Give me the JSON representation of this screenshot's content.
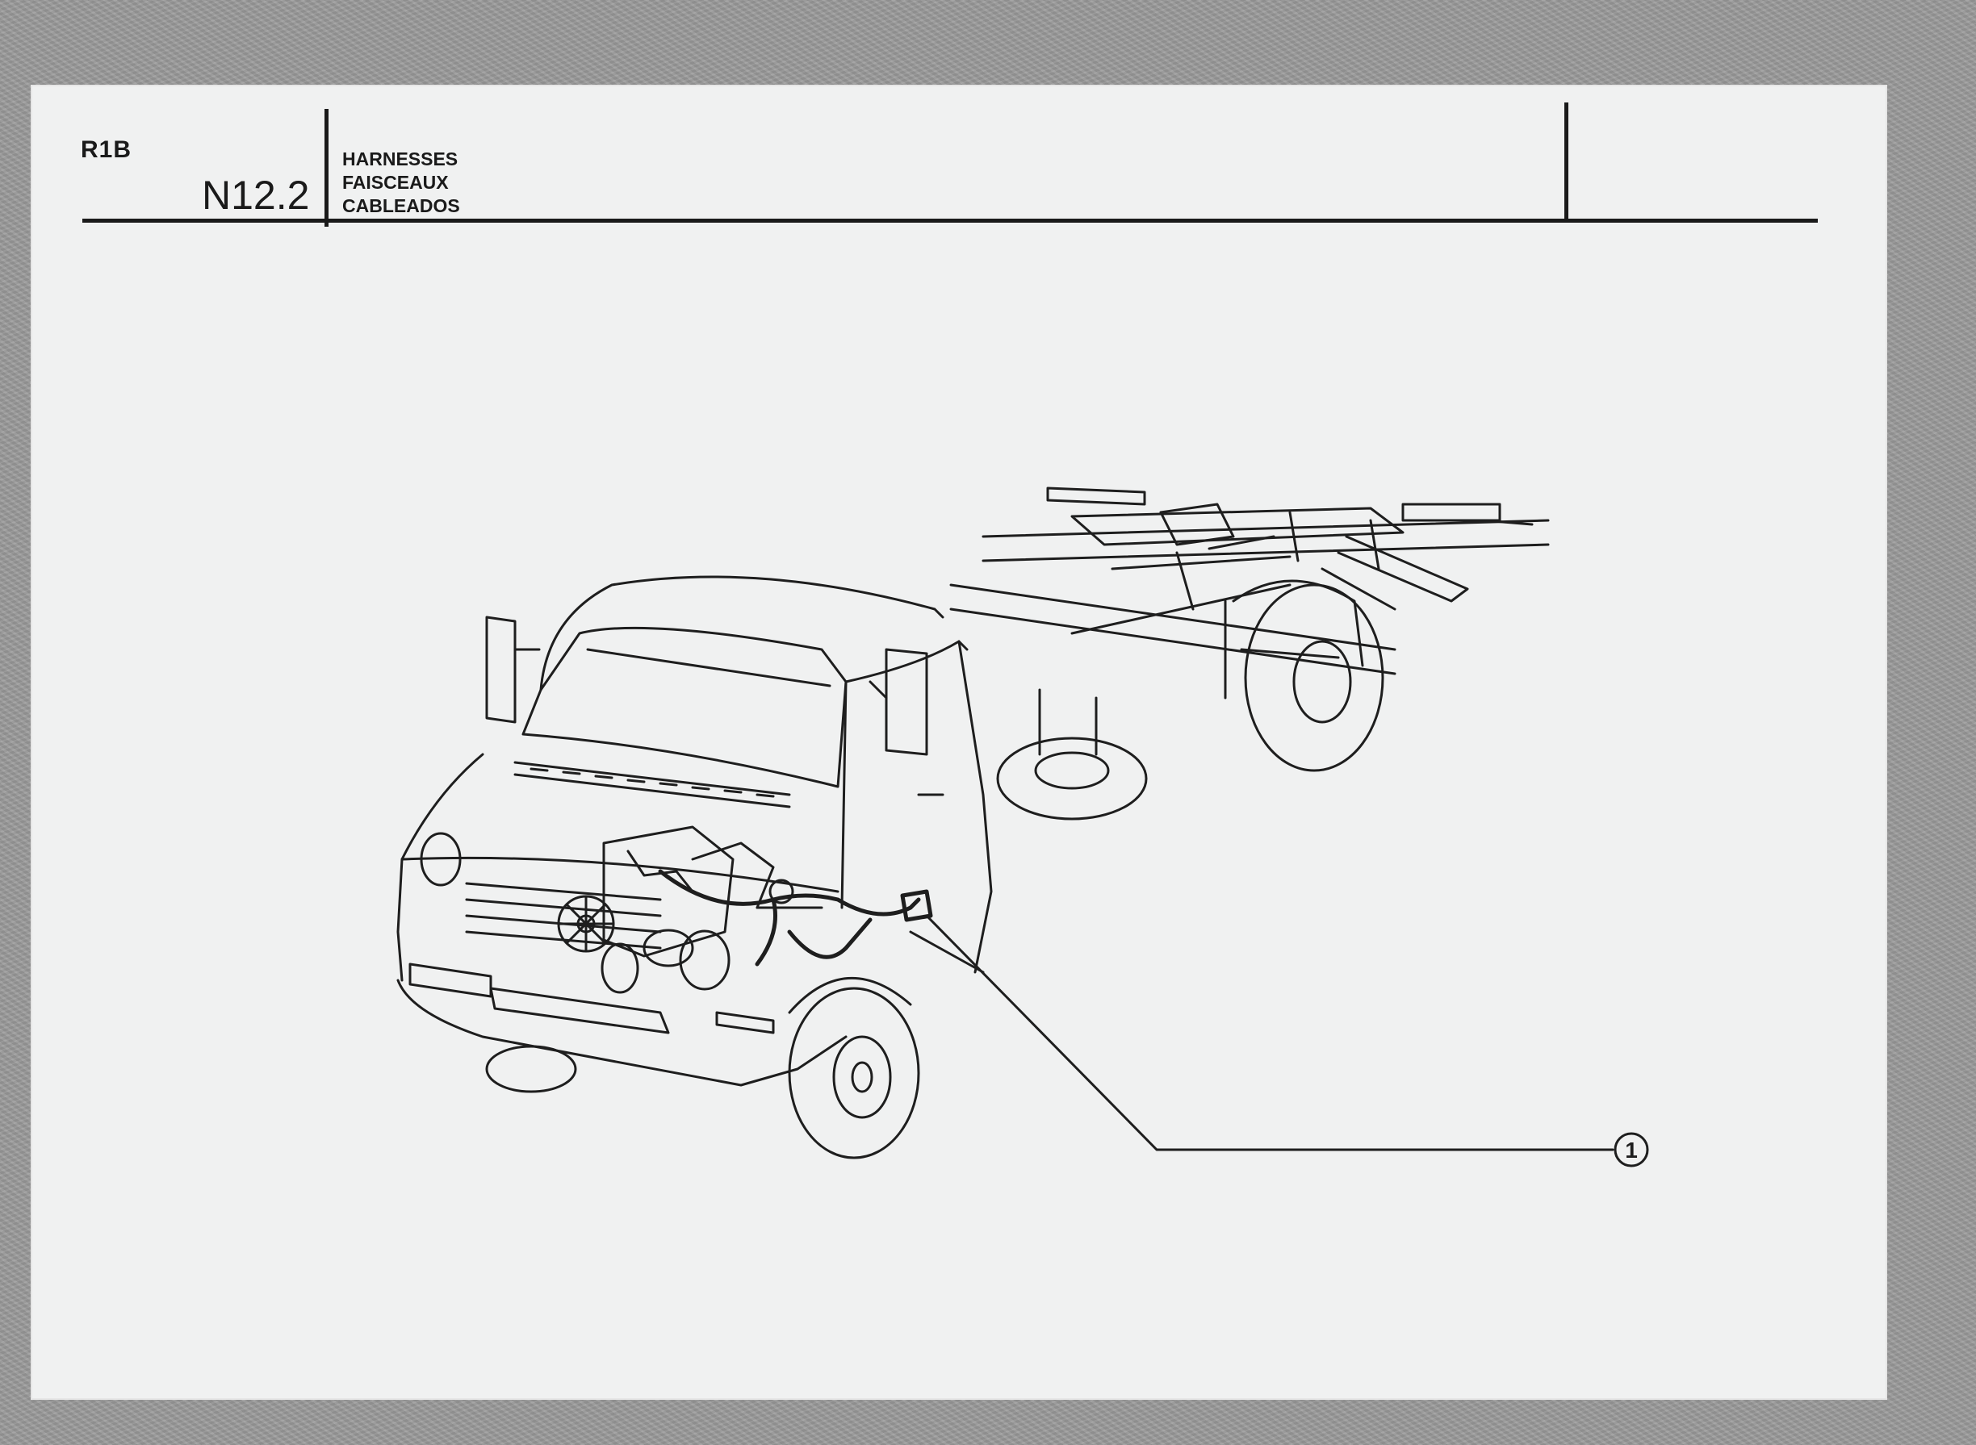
{
  "header": {
    "code": "R1B",
    "section": "N12.2",
    "titles": [
      "HARNESSES",
      "FAISCEAUX",
      "CABLEADOS"
    ]
  },
  "figure": {
    "subject-icon": "truck-chassis-cab-illustration",
    "callouts": [
      {
        "label": "1"
      }
    ]
  }
}
